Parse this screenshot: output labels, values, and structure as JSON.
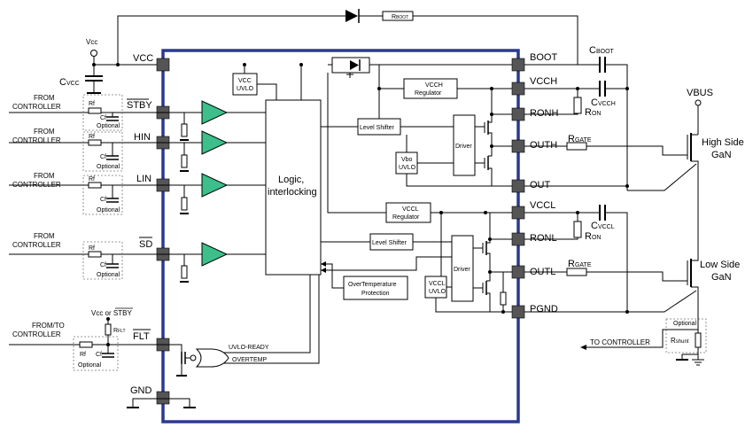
{
  "pins_left": {
    "vcc": "VCC",
    "stby": "STBY",
    "hin": "HIN",
    "lin": "LIN",
    "sd": "SD",
    "flt": "FLT",
    "gnd": "GND"
  },
  "pins_right": {
    "boot": "BOOT",
    "vcch": "VCCH",
    "ronh": "RONH",
    "outh": "OUTH",
    "out": "OUT",
    "vccl": "VCCL",
    "ronl": "RONL",
    "outl": "OUTL",
    "pgnd": "PGND"
  },
  "blocks": {
    "vcc_uvlo_1": "VCC",
    "vcc_uvlo_2": "UVLO",
    "logic_1": "Logic,",
    "logic_2": "interlocking",
    "level_shifter_high": "Level Shifter",
    "level_shifter_low": "Level Shifter",
    "vcch_reg_1": "VCCH",
    "vcch_reg_2": "Regulator",
    "vccl_reg_1": "VCCL",
    "vccl_reg_2": "Regulator",
    "vbo_uvlo_1": "Vbo",
    "vbo_uvlo_2": "UVLO",
    "vccl_uvlo_1": "VCCL",
    "vccl_uvlo_2": "UVLO",
    "driver_high": "Driver",
    "driver_low": "Driver",
    "overtemp_1": "OverTemperature",
    "overtemp_2": "Protection",
    "uvlo_ready": "UVLO-READY",
    "overtemp_signal": "OVERTEMP"
  },
  "external": {
    "vcc_source": "Vcc",
    "c_vcc": "C",
    "c_vcc_sub": "VCC",
    "r_boot": "R",
    "r_boot_sub": "BOOT",
    "c_boot": "C",
    "c_boot_sub": "BOOT",
    "c_vcch": "C",
    "c_vcch_sub": "VCCH",
    "c_vccl": "C",
    "c_vccl_sub": "VCCL",
    "r_on_high": "R",
    "r_on_high_sub": "ON",
    "r_on_low": "R",
    "r_on_low_sub": "ON",
    "r_gate_high": "R",
    "r_gate_high_sub": "GATE",
    "r_gate_low": "R",
    "r_gate_low_sub": "GATE",
    "vbus": "VBUS",
    "high_side_1": "High Side",
    "high_side_2": "GaN",
    "low_side_1": "Low Side",
    "low_side_2": "GaN",
    "r_shunt": "R",
    "r_shunt_sub": "shunt",
    "optional_shunt": "Optional",
    "to_controller": "TO CONTROLLER",
    "from_controller_1": "FROM",
    "from_controller_2": "CONTROLLER",
    "from_to_controller_1": "FROM/TO",
    "from_to_controller_2": "CONTROLLER",
    "vcc_or_stby": "Vcc or",
    "stby_overbar": "STBY",
    "r_flt": "R",
    "r_flt_sub": "FLT",
    "rf": "Rf",
    "cf": "Cf",
    "optional": "Optional"
  }
}
